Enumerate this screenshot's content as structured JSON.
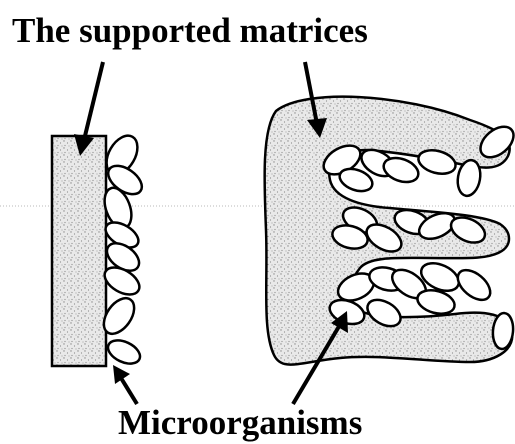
{
  "title": "The supported matrices",
  "bottom_label": "Microorganisms",
  "colors": {
    "ink": "#000000",
    "background": "#ffffff",
    "matrix_fill": "#e9e9e9",
    "stipple": "#8a8a8a",
    "cell_fill": "#ffffff"
  },
  "icons": {
    "flat_support": "rectangular-matrix",
    "porous_support": "finger-shaped-porous-matrix",
    "cell": "ellipse-microorganism"
  }
}
